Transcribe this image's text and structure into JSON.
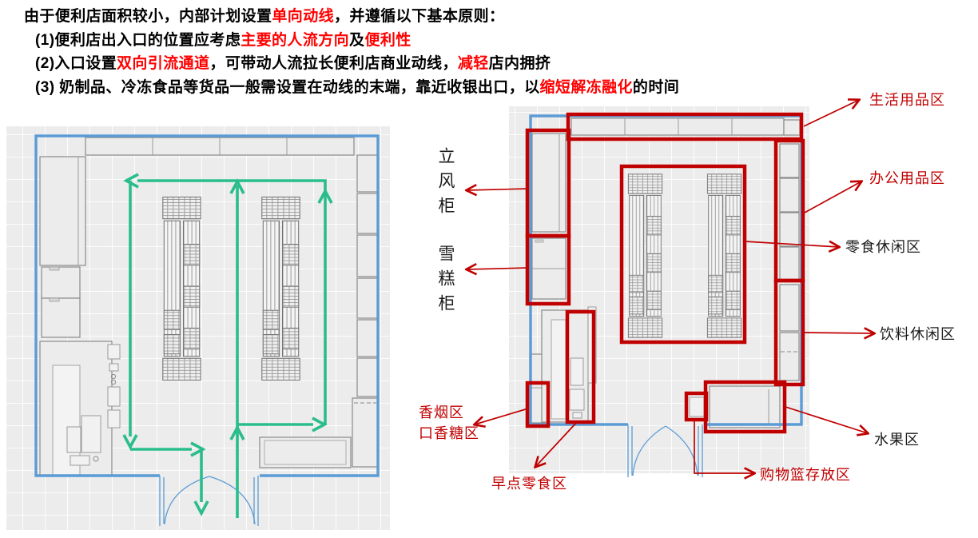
{
  "intro": {
    "line1": {
      "s1": "由于便利店面积较小，内部计划设置",
      "s2": "单向动线",
      "s3": "，并遵循以下基本原则："
    },
    "line2": {
      "s1": "(1)便利店出入口的位置应考虑",
      "s2": "主要的人流方向",
      "s3": "及",
      "s4": "便利性"
    },
    "line3": {
      "s1": "(2)入口设置",
      "s2": "双向引流通道",
      "s3": "，可带动人流拉长便利店商业动线，",
      "s4": "减轻",
      "s5": "店内拥挤"
    },
    "line4": {
      "s1": "(3) 奶制品、冷冻食品等货品一般需设置在动线的末端，靠近收银出口，以",
      "s2": "缩短解冻融化",
      "s3": "的时间"
    }
  },
  "right_plan_labels": {
    "standing_cooler": "立风柜",
    "ice_cream_cabinet": "雪糕柜",
    "daily_goods_zone": "生活用品区",
    "office_goods_zone": "办公用品区",
    "snack_leisure_zone": "零食休闲区",
    "drink_leisure_zone": "饮料休闲区",
    "fruit_zone": "水果区",
    "basket_storage_zone": "购物篮存放区",
    "breakfast_snack_zone": "早点零食区",
    "cigarette_zone": "香烟区",
    "gum_zone": "口香糖区"
  },
  "colors": {
    "highlight_red": "#ff0000",
    "annotation_red": "#c00000",
    "wall_blue": "#5b9bd5",
    "flow_green": "#2abd8c",
    "plan_floor_gray": "#ececec"
  }
}
